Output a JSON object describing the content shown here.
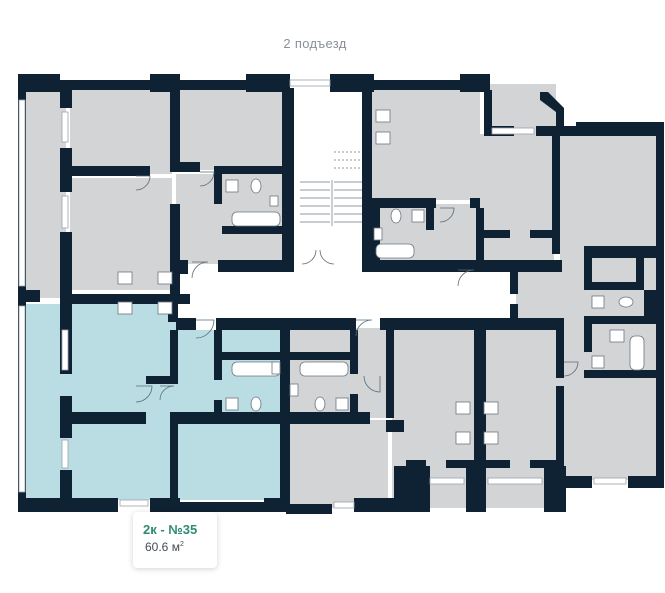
{
  "entrance": {
    "label": "2 подъезд"
  },
  "apartment": {
    "title": "2к - №35",
    "area": "60.6 м",
    "area_sup": "2"
  },
  "colors": {
    "wall": "#0f2233",
    "room": "#d3d4d6",
    "selected_room": "#b9dde3",
    "title_accent": "#2e8b74"
  }
}
